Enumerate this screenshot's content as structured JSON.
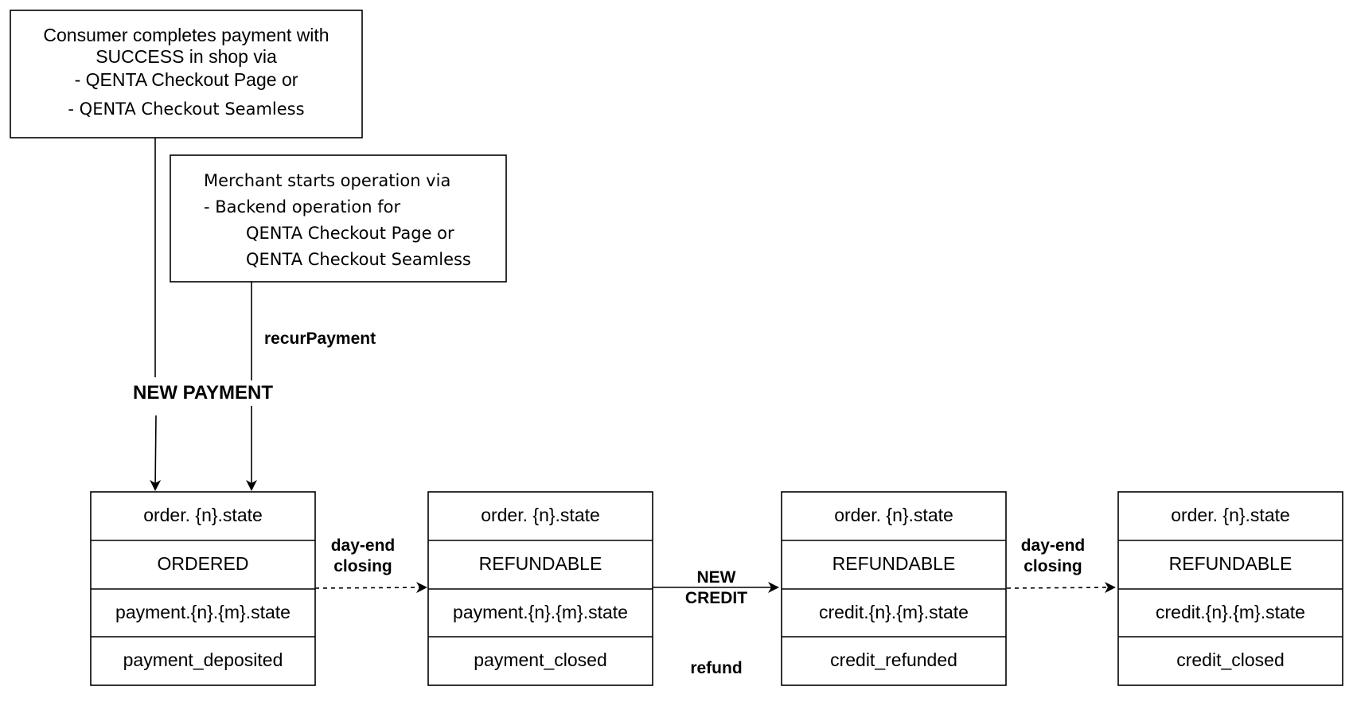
{
  "consumer_box": {
    "lines": [
      "Consumer completes payment with",
      "SUCCESS in shop via",
      "- QENTA Checkout Page or",
      "- QENTA Checkout Seamless"
    ]
  },
  "merchant_box": {
    "lines": [
      "Merchant starts operation via",
      "- Backend operation for",
      "QENTA Checkout Page or",
      "QENTA Checkout Seamless"
    ]
  },
  "labels": {
    "recur_payment": "recurPayment",
    "new_payment": "NEW PAYMENT",
    "day_end_closing_1": [
      "day-end",
      "closing"
    ],
    "new_credit": [
      "NEW",
      "CREDIT"
    ],
    "refund": "refund",
    "day_end_closing_2": [
      "day-end",
      "closing"
    ]
  },
  "state_tables": [
    {
      "rows": [
        "order. {n}.state",
        "ORDERED",
        "payment.{n}.{m}.state",
        "payment_deposited"
      ]
    },
    {
      "rows": [
        "order. {n}.state",
        "REFUNDABLE",
        "payment.{n}.{m}.state",
        "payment_closed"
      ]
    },
    {
      "rows": [
        "order. {n}.state",
        "REFUNDABLE",
        "credit.{n}.{m}.state",
        "credit_refunded"
      ]
    },
    {
      "rows": [
        "order. {n}.state",
        "REFUNDABLE",
        "credit.{n}.{m}.state",
        "credit_closed"
      ]
    }
  ]
}
